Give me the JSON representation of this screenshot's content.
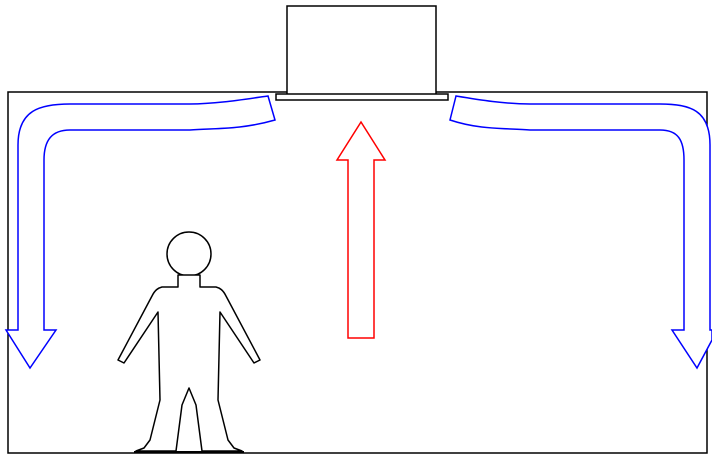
{
  "diagram": {
    "room": {
      "stroke": "#000000"
    },
    "ceiling_unit": {
      "stroke": "#000000",
      "fill": "#ffffff"
    },
    "supply_air_left": {
      "color": "#0000ff",
      "direction": "down"
    },
    "supply_air_right": {
      "color": "#0000ff",
      "direction": "down"
    },
    "return_air": {
      "color": "#ff0000",
      "direction": "up"
    },
    "person": {
      "stroke": "#000000",
      "fill": "#ffffff"
    }
  }
}
